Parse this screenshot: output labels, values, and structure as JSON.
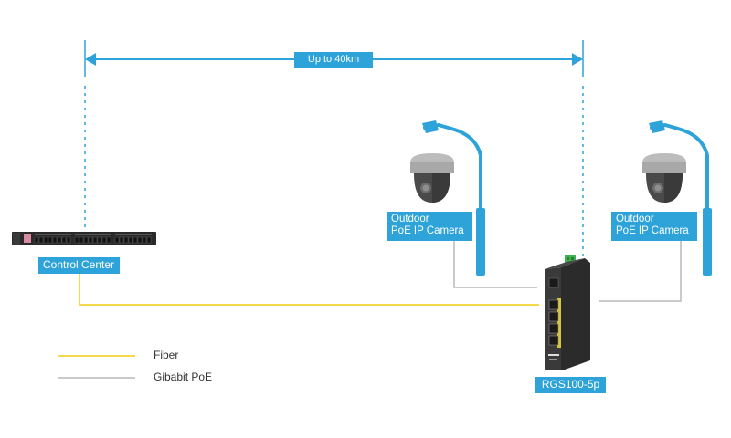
{
  "distance": {
    "label": "Up to 40km"
  },
  "nodes": {
    "control_center": {
      "label": "Control Center",
      "icon": "rack-switch-icon"
    },
    "camera_1": {
      "label_line1": "Outdoor",
      "label_line2": "PoE IP Camera",
      "icon": "dome-camera-icon"
    },
    "camera_2": {
      "label_line1": "Outdoor",
      "label_line2": "PoE IP Camera",
      "icon": "dome-camera-icon"
    },
    "switch": {
      "label": "RGS100-5p",
      "icon": "industrial-switch-icon"
    }
  },
  "legend": [
    {
      "label": "Fiber",
      "color": "#f5d94a"
    },
    {
      "label": "Gibabit PoE",
      "color": "#b8b8b8"
    }
  ],
  "colors": {
    "accent": "#2ea3da",
    "fiber": "#f5d94a",
    "poe": "#b8b8b8"
  }
}
